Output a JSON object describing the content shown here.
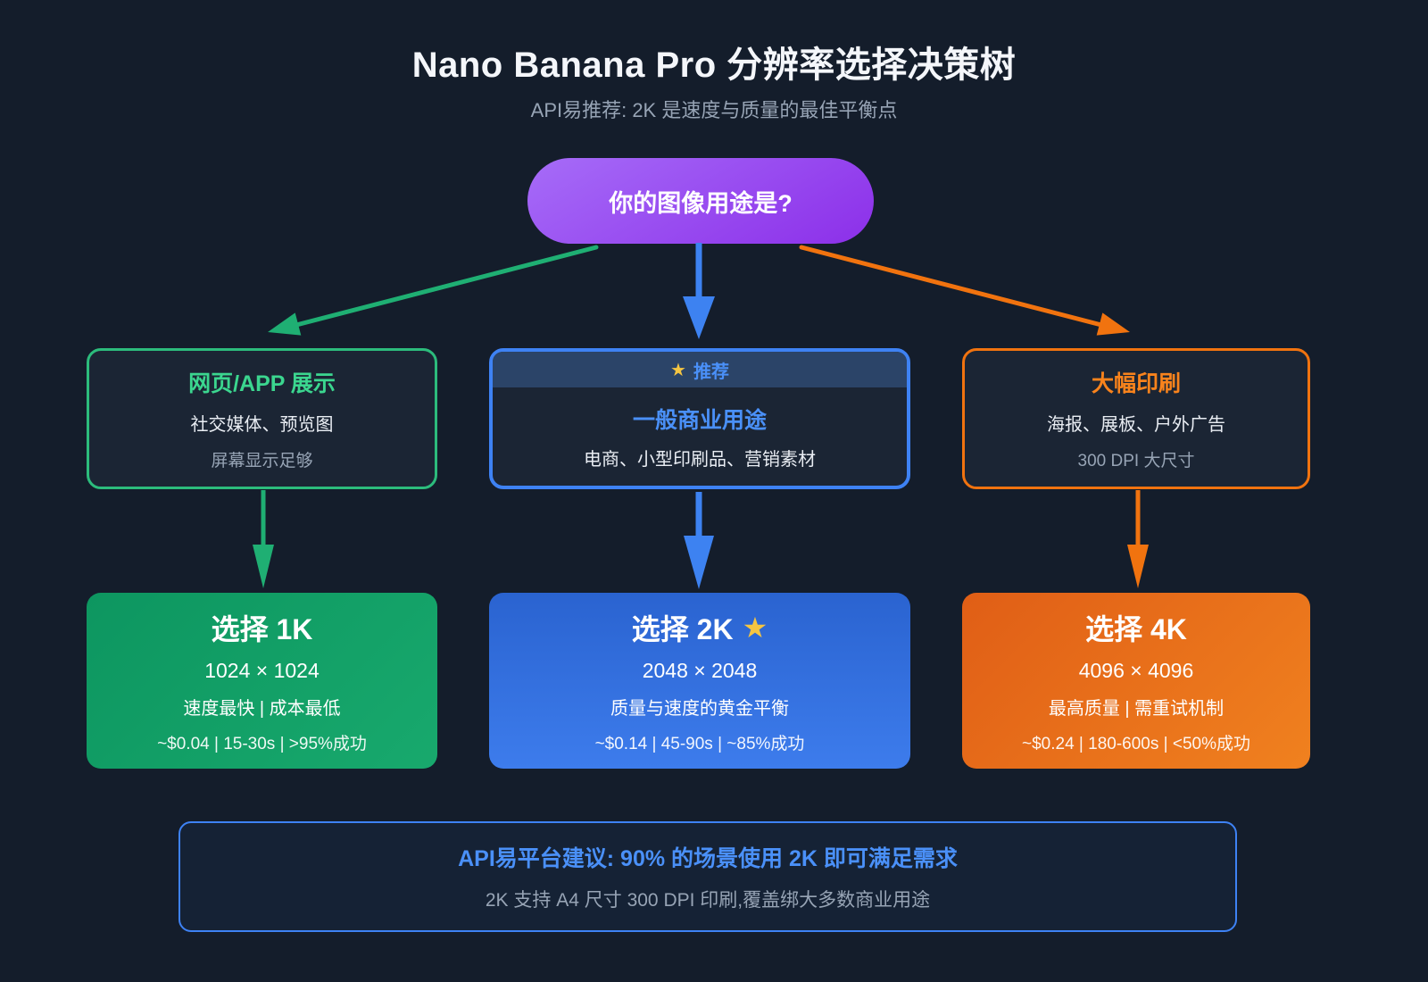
{
  "colors": {
    "page_bg": "#141D2B",
    "card_bg": "#1B2534",
    "ribbon_bg": "#2B4468",
    "green_border": "#2CBC7C",
    "green_text": "#3BD68F",
    "green_arrow": "#1FAF73",
    "green_card_a": "#0D9660",
    "green_card_b": "#18A96D",
    "blue_border": "#3E82F4",
    "blue_text": "#4A90F8",
    "blue_arrow": "#3D82F1",
    "blue_card_a": "#2A63D0",
    "blue_card_b": "#3D7CEC",
    "orange_border": "#F1730F",
    "orange_text": "#F9831C",
    "orange_arrow": "#F1730F",
    "orange_card_a": "#E05E16",
    "orange_card_b": "#F0811F",
    "purple_a": "#A66CF8",
    "purple_b": "#8C2FE9",
    "muted": "#97A4B5",
    "star": "#F5C542"
  },
  "header": {
    "title": "Nano Banana Pro 分辨率选择决策树",
    "subtitle": "API易推荐: 2K 是速度与质量的最佳平衡点"
  },
  "root_node": {
    "label": "你的图像用途是?"
  },
  "branches": [
    {
      "title": "网页/APP 展示",
      "line1": "社交媒体、预览图",
      "line2": "屏幕显示足够",
      "result_title": "选择 1K",
      "resolution": "1024 × 1024",
      "benefit": "速度最快 | 成本最低",
      "stats": "~$0.04 | 15-30s | >95%成功"
    },
    {
      "ribbon_star": "★",
      "ribbon_label": "推荐",
      "title": "一般商业用途",
      "line1": "电商、小型印刷品、营销素材",
      "result_title": "选择 2K",
      "result_star": "★",
      "resolution": "2048 × 2048",
      "benefit": "质量与速度的黄金平衡",
      "stats": "~$0.14 | 45-90s | ~85%成功"
    },
    {
      "title": "大幅印刷",
      "line1": "海报、展板、户外广告",
      "line2": "300 DPI 大尺寸",
      "result_title": "选择 4K",
      "resolution": "4096 × 4096",
      "benefit": "最高质量 | 需重试机制",
      "stats": "~$0.24 | 180-600s | <50%成功"
    }
  ],
  "footer": {
    "title": "API易平台建议: 90% 的场景使用 2K 即可满足需求",
    "subtitle": "2K 支持 A4 尺寸 300 DPI 印刷,覆盖绑大多数商业用途"
  }
}
